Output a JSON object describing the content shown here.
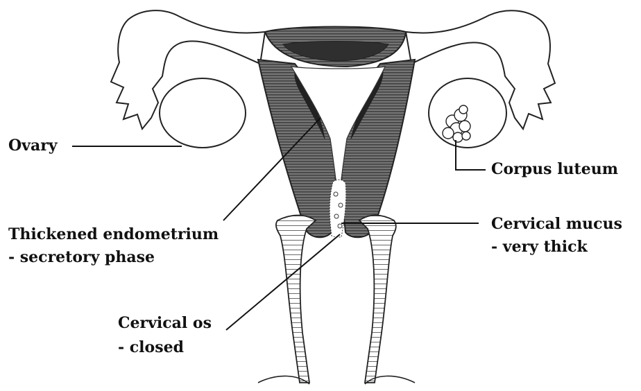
{
  "labels": {
    "ovary": "Ovary",
    "corpus_luteum": "Corpus luteum",
    "endometrium_line1": "Thickened endometrium",
    "endometrium_line2": "- secretory phase",
    "mucus_line1": "Cervical mucus",
    "mucus_line2": "- very thick",
    "os_line1": "Cervical os",
    "os_line2": "- closed"
  },
  "colors": {
    "ink": "#111111",
    "wall": "#7a7a7a",
    "dark": "#3a3a3a",
    "background": "#ffffff"
  }
}
